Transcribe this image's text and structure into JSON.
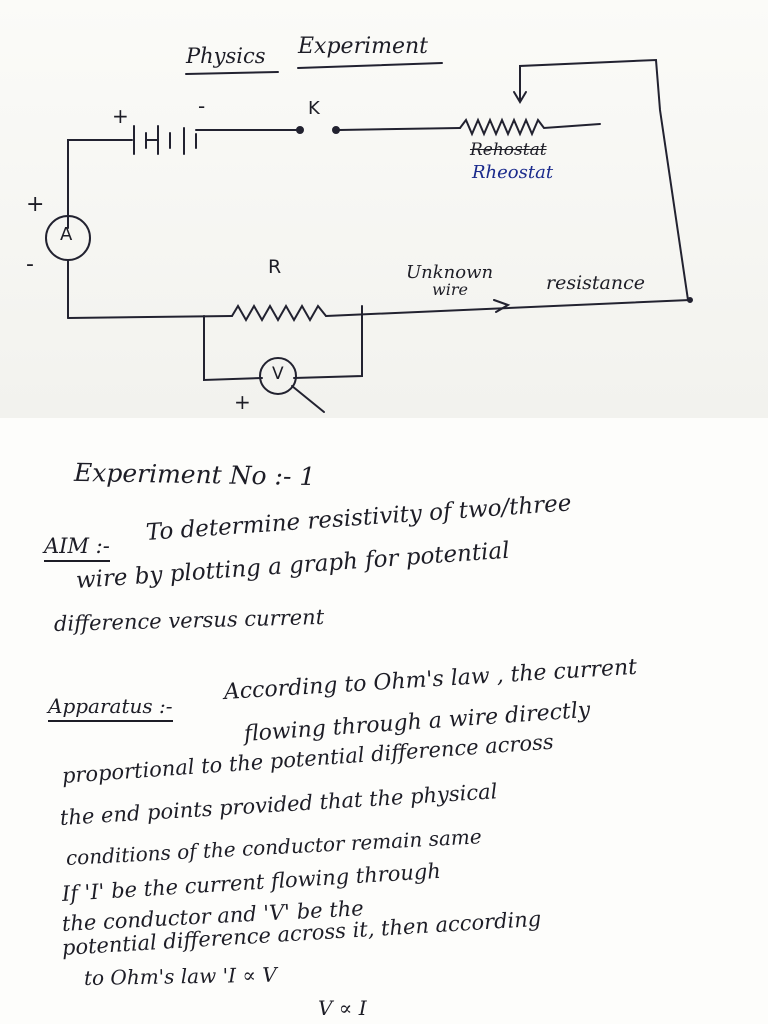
{
  "top": {
    "title_word1": "Physics",
    "title_word2": "Experiment",
    "battery_plus": "+",
    "battery_minus": "-",
    "key_label": "K",
    "rheostat_struck": "Rehostat",
    "rheostat_corrected": "Rheostat",
    "ammeter_label": "A",
    "ammeter_plus": "+",
    "ammeter_minus": "-",
    "resistor_label": "R",
    "unknown_wire_line1": "Unknown",
    "unknown_wire_line2": "wire",
    "resistance_label": "resistance",
    "voltmeter_label": "V",
    "voltmeter_plus": "+"
  },
  "notes": {
    "heading": "Experiment No :- 1",
    "aim_label": "AIM :-",
    "aim_line1": "To determine resistivity of two/three",
    "aim_line2": "wire by plotting a graph for potential",
    "aim_line3": "difference versus current",
    "apparatus_label": "Apparatus :-",
    "para_line1": "According to Ohm's law , the current",
    "para_line2": "flowing through a wire directly",
    "para_line3": "proportional to the potential difference across",
    "para_line4": "the end points provided that the physical",
    "para_line5": "conditions of the conductor remain same",
    "para_line6": "If 'I' be the current flowing through",
    "para_line7": "the conductor and 'V' be the",
    "para_line8": "potential difference across it, then according",
    "para_line9": "to Ohm's law 'I ∝ V",
    "para_line10": "V ∝ I"
  }
}
